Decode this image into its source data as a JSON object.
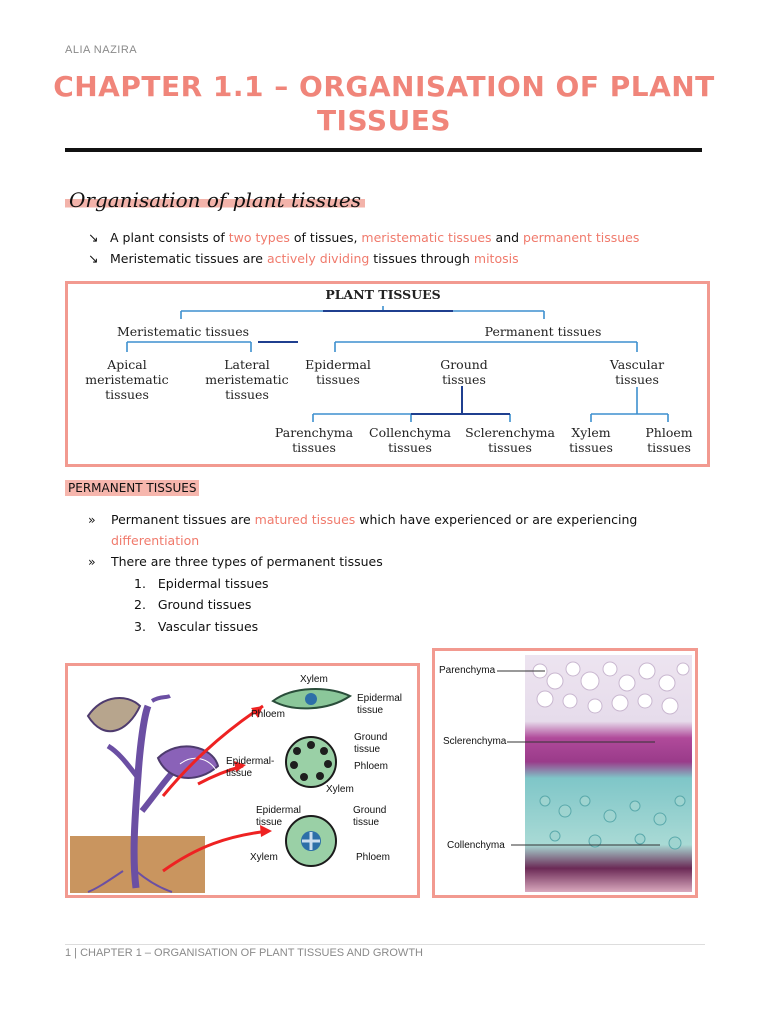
{
  "header": {
    "author": "ALIA NAZIRA"
  },
  "title": {
    "line1": "CHAPTER 1.1 – ORGANISATION OF PLANT",
    "line2": "TISSUES"
  },
  "subheading": "Organisation of plant tissues",
  "intro_bullets": [
    {
      "a": "A plant consists of ",
      "b": "two types",
      "c": " of tissues, ",
      "d": "meristematic tissues",
      "e": " and ",
      "f": "permanent tissues"
    },
    {
      "a": "Meristematic tissues are ",
      "b": "actively dividing",
      "c": " tissues through ",
      "d": "mitosis"
    }
  ],
  "chart": {
    "root": "PLANT TISSUES",
    "meristematic": "Meristematic tissues",
    "permanent": "Permanent tissues",
    "apical": [
      "Apical",
      "meristematic",
      "tissues"
    ],
    "lateral": [
      "Lateral",
      "meristematic",
      "tissues"
    ],
    "epidermal": [
      "Epidermal",
      "tissues"
    ],
    "ground": [
      "Ground",
      "tissues"
    ],
    "vascular": [
      "Vascular",
      "tissues"
    ],
    "parenchyma": [
      "Parenchyma",
      "tissues"
    ],
    "collenchyma": [
      "Collenchyma",
      "tissues"
    ],
    "sclerenchyma": [
      "Sclerenchyma",
      "tissues"
    ],
    "xylem": [
      "Xylem",
      "tissues"
    ],
    "phloem": [
      "Phloem",
      "tissues"
    ]
  },
  "section_title": "PERMANENT TISSUES",
  "perm_bullets": [
    {
      "a": "Permanent tissues are ",
      "b": "matured tissues",
      "c": " which have experienced or are experiencing",
      "d": "differentiation"
    },
    {
      "a": "There are three types of permanent tissues"
    }
  ],
  "perm_list": [
    "Epidermal tissues",
    "Ground tissues",
    "Vascular tissues"
  ],
  "left_figure": {
    "xylem_top": "Xylem",
    "epidermal_top": [
      "Epidermal",
      "tissue"
    ],
    "phloem_top": "Phloem",
    "ground_mid": [
      "Ground",
      "tissue"
    ],
    "epidermal_mid": [
      "Epidermal-",
      "tissue"
    ],
    "phloem_mid": "Phloem",
    "xylem_mid": "Xylem",
    "epidermal_bot": [
      "Epidermal",
      "tissue"
    ],
    "ground_bot": [
      "Ground",
      "tissue"
    ],
    "xylem_bot": "Xylem",
    "phloem_bot": "Phloem"
  },
  "right_figure": {
    "parenchyma": "Parenchyma",
    "sclerenchyma": "Sclerenchyma",
    "collenchyma": "Collenchyma"
  },
  "footer": "1 | CHAPTER 1 – ORGANISATION OF PLANT TISSUES AND GROWTH",
  "colors": {
    "accent": "#f07a6c",
    "frame": "#f29a90",
    "highlight": "#f6b6ad"
  }
}
